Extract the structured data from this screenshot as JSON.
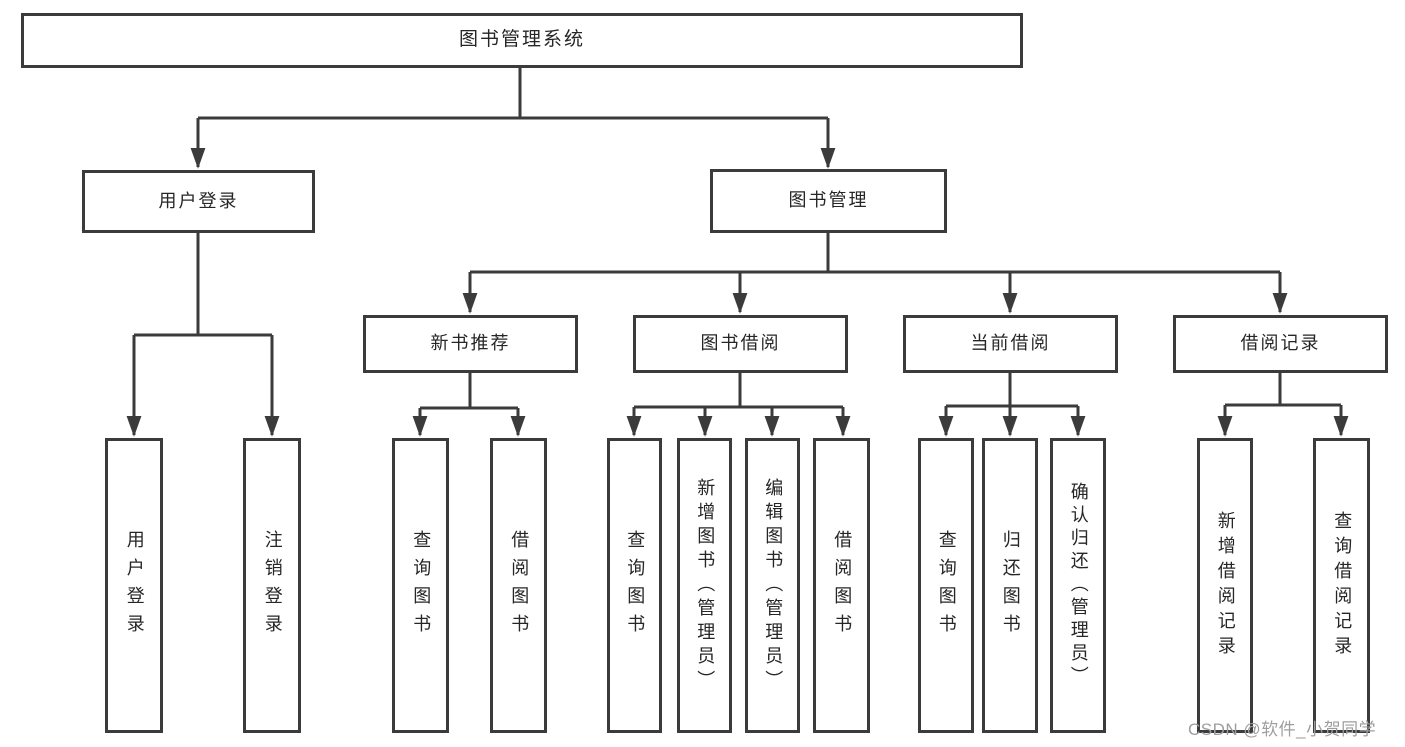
{
  "colors": {
    "line": "#3b3b3b",
    "text": "#262626",
    "watermark_text": "#9e9e9e",
    "background": "#ffffff"
  },
  "diagram": {
    "nodes": {
      "root": "图书管理系统",
      "user_login": "用户登录",
      "book_mgmt": "图书管理",
      "new_books": "新书推荐",
      "book_borrow": "图书借阅",
      "current_borrow": "当前借阅",
      "borrow_records": "借阅记录",
      "leaf_user_login": "用户登录",
      "leaf_logout": "注销登录",
      "leaf_nb_query": "查询图书",
      "leaf_nb_borrow": "借阅图书",
      "leaf_bb_query": "查询图书",
      "leaf_bb_add": "新增图书（管理员）",
      "leaf_bb_edit": "编辑图书（管理员）",
      "leaf_bb_borrow": "借阅图书",
      "leaf_cb_query": "查询图书",
      "leaf_cb_return": "归还图书",
      "leaf_cb_confirm": "确认归还（管理员）",
      "leaf_br_add": "新增借阅记录",
      "leaf_br_query": "查询借阅记录"
    },
    "watermark": "CSDN @软件_小贺同学"
  }
}
